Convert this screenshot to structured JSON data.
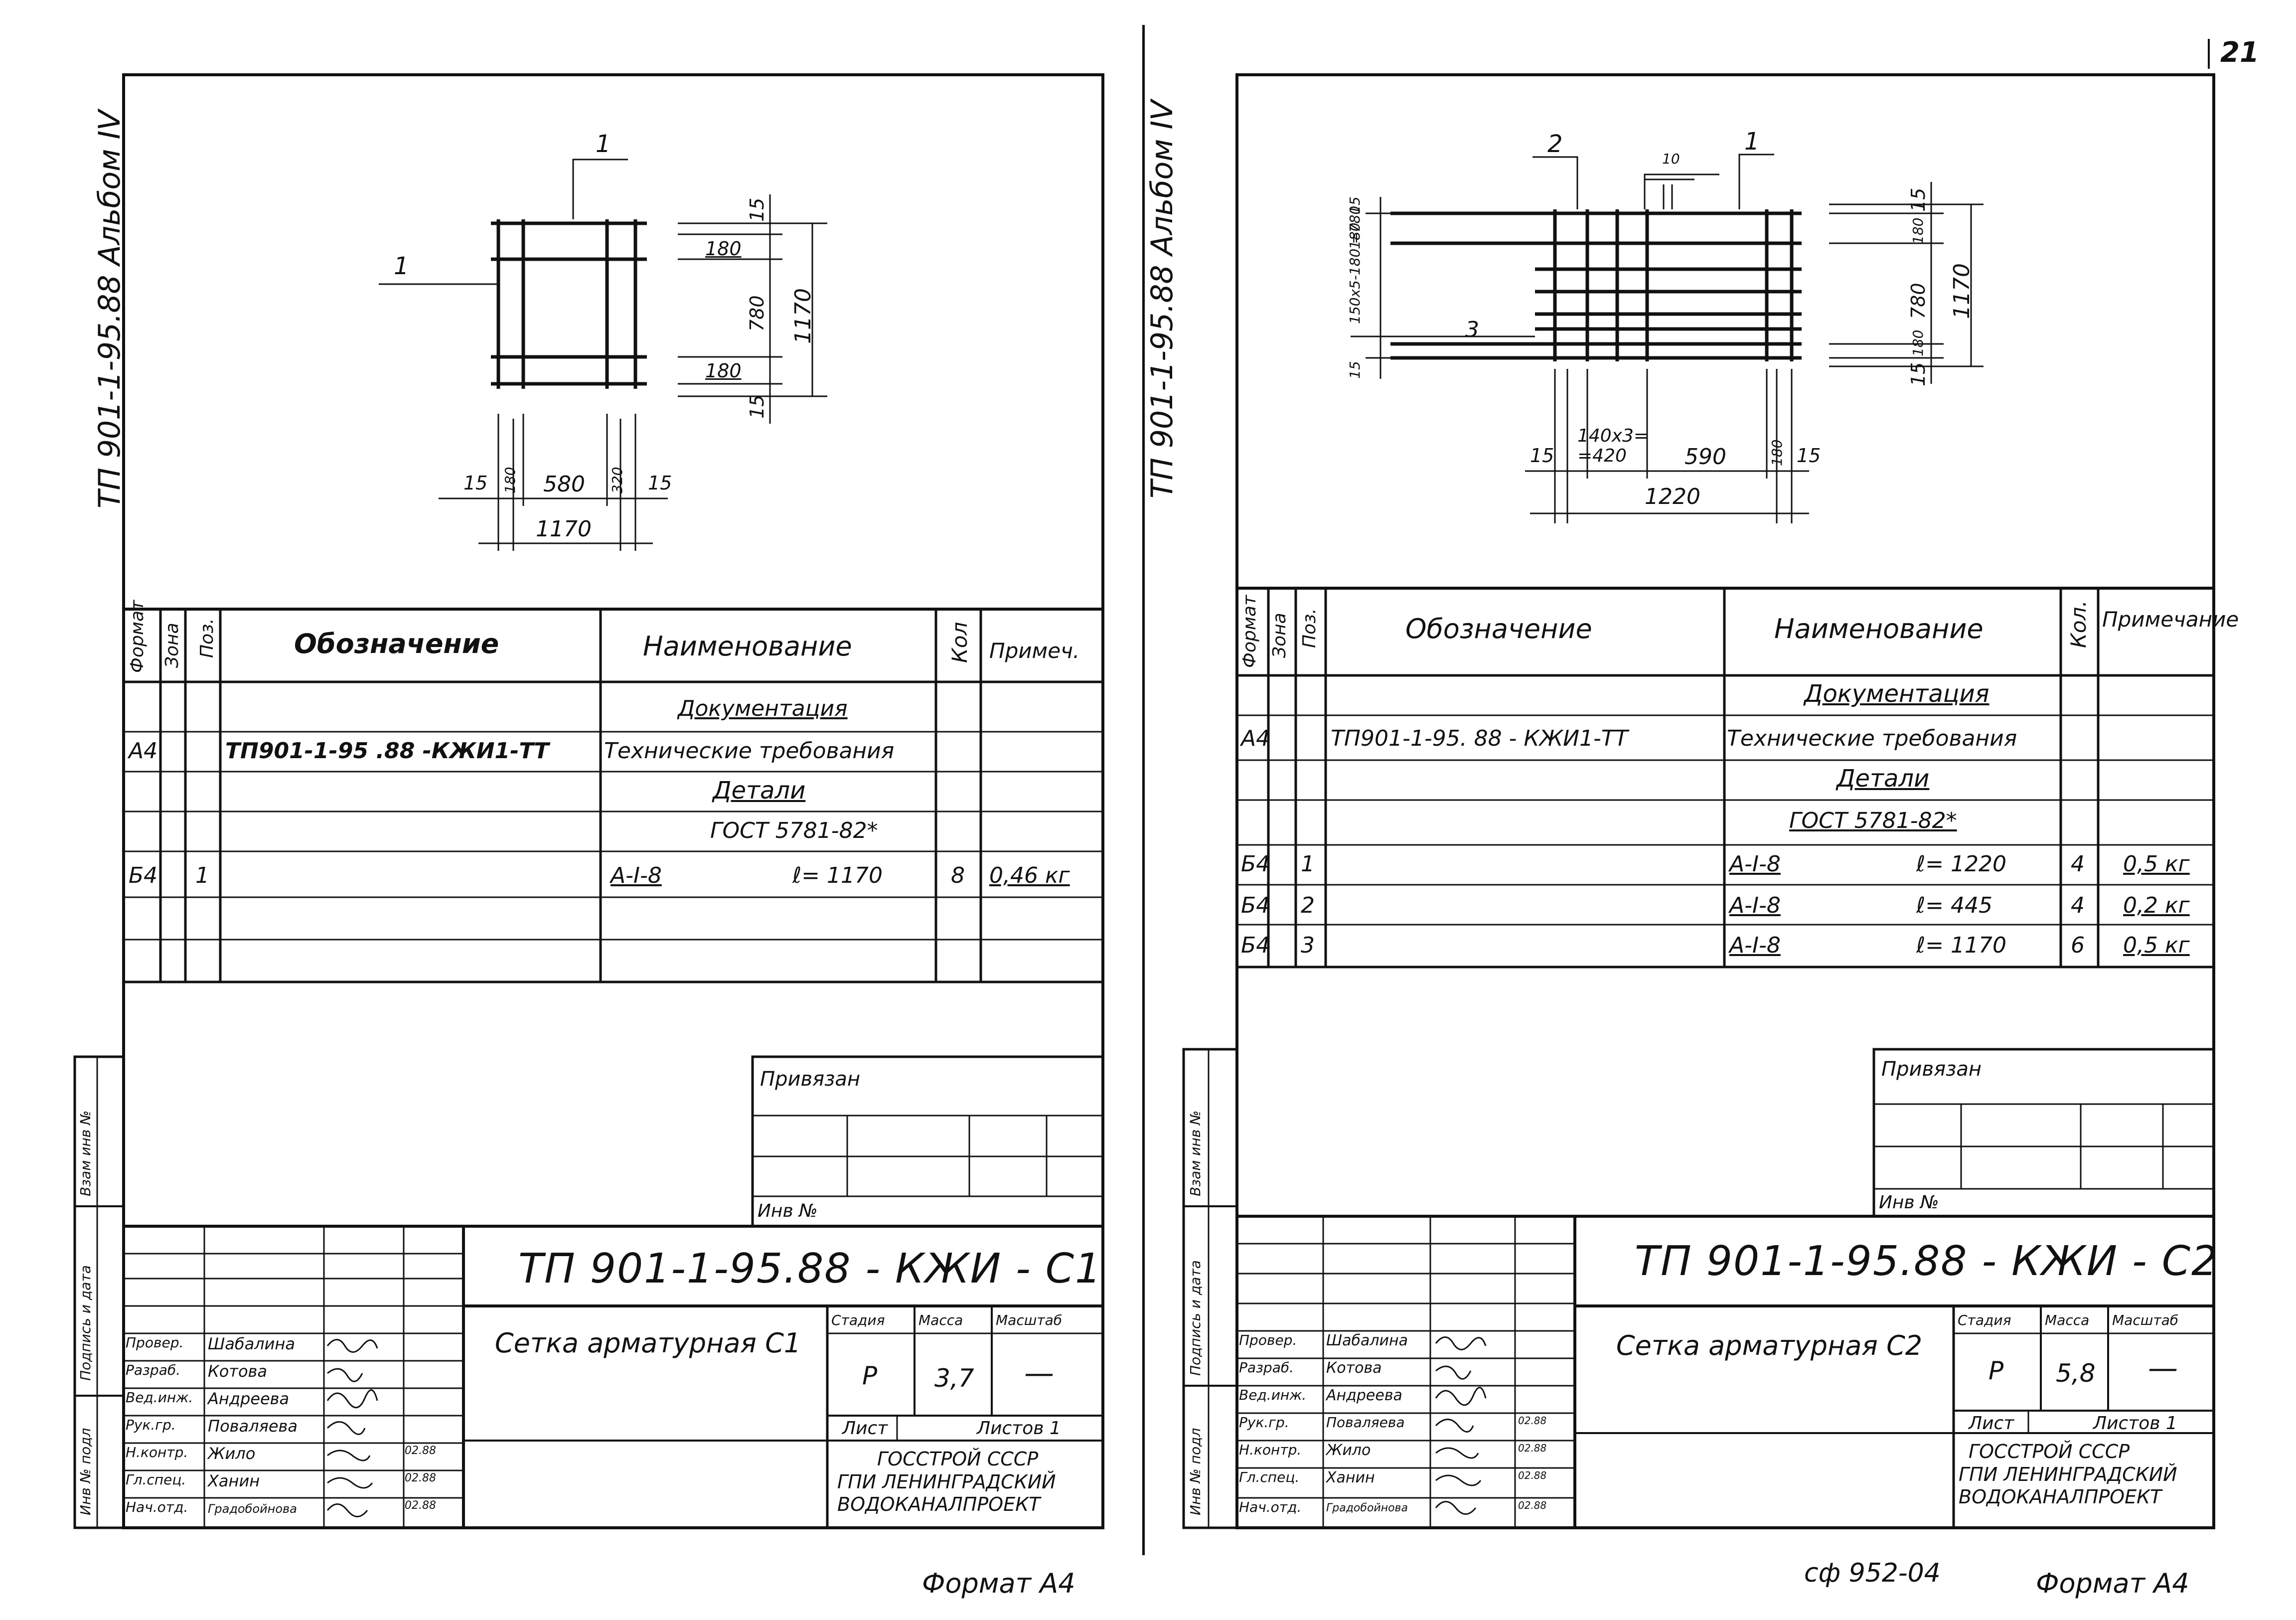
{
  "page_number": "21",
  "footer": {
    "right_code": "сф 952-04",
    "format_left": "Формат А4",
    "format_right": "Формат А4"
  },
  "sheets": [
    {
      "side_code": "ТП 901-1-95.88 Альбом IV",
      "drawing": {
        "leader_1_top": "1",
        "leader_1_left": "1",
        "dims_right": [
          "15",
          "180",
          "780",
          "180",
          "15"
        ],
        "dim_right_total": "1170",
        "dims_bottom": [
          "15",
          "180",
          "580",
          "320",
          "15"
        ],
        "dim_bottom_total": "1170"
      },
      "spec": {
        "headers": {
          "format": "Формат",
          "zone": "Зона",
          "pos": "Поз.",
          "designation": "Обозначение",
          "name": "Наименование",
          "qty": "Кол",
          "note": "Примеч."
        },
        "rows": [
          {
            "format": "",
            "pos": "",
            "designation": "",
            "name": "Документация",
            "qty": "",
            "note": ""
          },
          {
            "format": "А4",
            "pos": "",
            "designation": "ТП901-1-95 .88 -КЖИ1-ТТ",
            "name": "Технические требования",
            "qty": "",
            "note": ""
          },
          {
            "format": "",
            "pos": "",
            "designation": "",
            "name": "Детали",
            "qty": "",
            "note": ""
          },
          {
            "format": "",
            "pos": "",
            "designation": "",
            "name": "ГОСТ 5781-82*",
            "qty": "",
            "note": ""
          },
          {
            "format": "Б4",
            "pos": "1",
            "designation": "",
            "name": "А-I-8",
            "length": "ℓ= 1170",
            "qty": "8",
            "note": "0,46 кг"
          }
        ]
      },
      "binding": {
        "label": "Привязан",
        "inv": "Инв №"
      },
      "margin_labels": [
        "Взам инв №",
        "Подпись и дата",
        "Инв № подл"
      ],
      "title_block": {
        "code": "ТП 901-1-95.88 - КЖИ - С1",
        "item_name": "Сетка арматурная С1",
        "stage_label": "Стадия",
        "mass_label": "Масса",
        "scale_label": "Масштаб",
        "stage": "Р",
        "mass": "3,7",
        "scale": "—",
        "sheet_label": "Лист",
        "sheets_label": "Листов 1",
        "org": [
          "ГОССТРОЙ СССР",
          "ГПИ ЛЕНИНГРАДСКИЙ",
          "ВОДОКАНАЛПРОЕКТ"
        ],
        "roles": [
          "Провер.",
          "Разраб.",
          "Вед.инж.",
          "Рук.гр.",
          "Н.контр.",
          "Гл.спец.",
          "Нач.отд."
        ],
        "names": [
          "Шабалина",
          "Котова",
          "Андреева",
          "Поваляева",
          "Жило",
          "Ханин",
          "Градобойнова"
        ],
        "dates": [
          "",
          "",
          "",
          "",
          "02.88",
          "02.88",
          "02.88"
        ]
      }
    },
    {
      "side_code": "ТП 901-1-95.88 Альбом IV",
      "drawing": {
        "leader_2": "2",
        "leader_1": "1",
        "leader_3": "3",
        "dim_10": "10",
        "dims_left": [
          "15",
          "180",
          "150х5-180 =780",
          "15"
        ],
        "dims_right": [
          "15",
          "180",
          "780",
          "180",
          "15"
        ],
        "dim_right_total": "1170",
        "dims_bottom": [
          "15",
          "140х3= =420",
          "590",
          "180",
          "15"
        ],
        "dim_bottom_total": "1220"
      },
      "spec": {
        "headers": {
          "format": "Формат",
          "zone": "Зона",
          "pos": "Поз.",
          "designation": "Обозначение",
          "name": "Наименование",
          "qty": "Кол.",
          "note": "Примечание"
        },
        "rows": [
          {
            "format": "",
            "pos": "",
            "designation": "",
            "name": "Документация",
            "qty": "",
            "note": ""
          },
          {
            "format": "А4",
            "pos": "",
            "designation": "ТП901-1-95. 88 - КЖИ1-ТТ",
            "name": "Технические требования",
            "qty": "",
            "note": ""
          },
          {
            "format": "",
            "pos": "",
            "designation": "",
            "name": "Детали",
            "qty": "",
            "note": ""
          },
          {
            "format": "",
            "pos": "",
            "designation": "",
            "name": "ГОСТ 5781-82*",
            "qty": "",
            "note": ""
          },
          {
            "format": "Б4",
            "pos": "1",
            "designation": "",
            "name": "А-I-8",
            "length": "ℓ= 1220",
            "qty": "4",
            "note": "0,5 кг"
          },
          {
            "format": "Б4",
            "pos": "2",
            "designation": "",
            "name": "А-I-8",
            "length": "ℓ= 445",
            "qty": "4",
            "note": "0,2 кг"
          },
          {
            "format": "Б4",
            "pos": "3",
            "designation": "",
            "name": "А-I-8",
            "length": "ℓ= 1170",
            "qty": "6",
            "note": "0,5 кг"
          }
        ]
      },
      "binding": {
        "label": "Привязан",
        "inv": "Инв №"
      },
      "margin_labels": [
        "Взам инв №",
        "Подпись и дата",
        "Инв № подл"
      ],
      "title_block": {
        "code": "ТП 901-1-95.88 - КЖИ - С2",
        "item_name": "Сетка арматурная С2",
        "stage_label": "Стадия",
        "mass_label": "Масса",
        "scale_label": "Масштаб",
        "stage": "Р",
        "mass": "5,8",
        "scale": "—",
        "sheet_label": "Лист",
        "sheets_label": "Листов 1",
        "org": [
          "ГОССТРОЙ СССР",
          "ГПИ ЛЕНИНГРАДСКИЙ",
          "ВОДОКАНАЛПРОЕКТ"
        ],
        "roles": [
          "Провер.",
          "Разраб.",
          "Вед.инж.",
          "Рук.гр.",
          "Н.контр.",
          "Гл.спец.",
          "Нач.отд."
        ],
        "names": [
          "Шабалина",
          "Котова",
          "Андреева",
          "Поваляева",
          "Жило",
          "Ханин",
          "Градобойнова"
        ],
        "dates": [
          "",
          "",
          "",
          "02.88",
          "02.88",
          "02.88",
          "02.88"
        ]
      }
    }
  ]
}
